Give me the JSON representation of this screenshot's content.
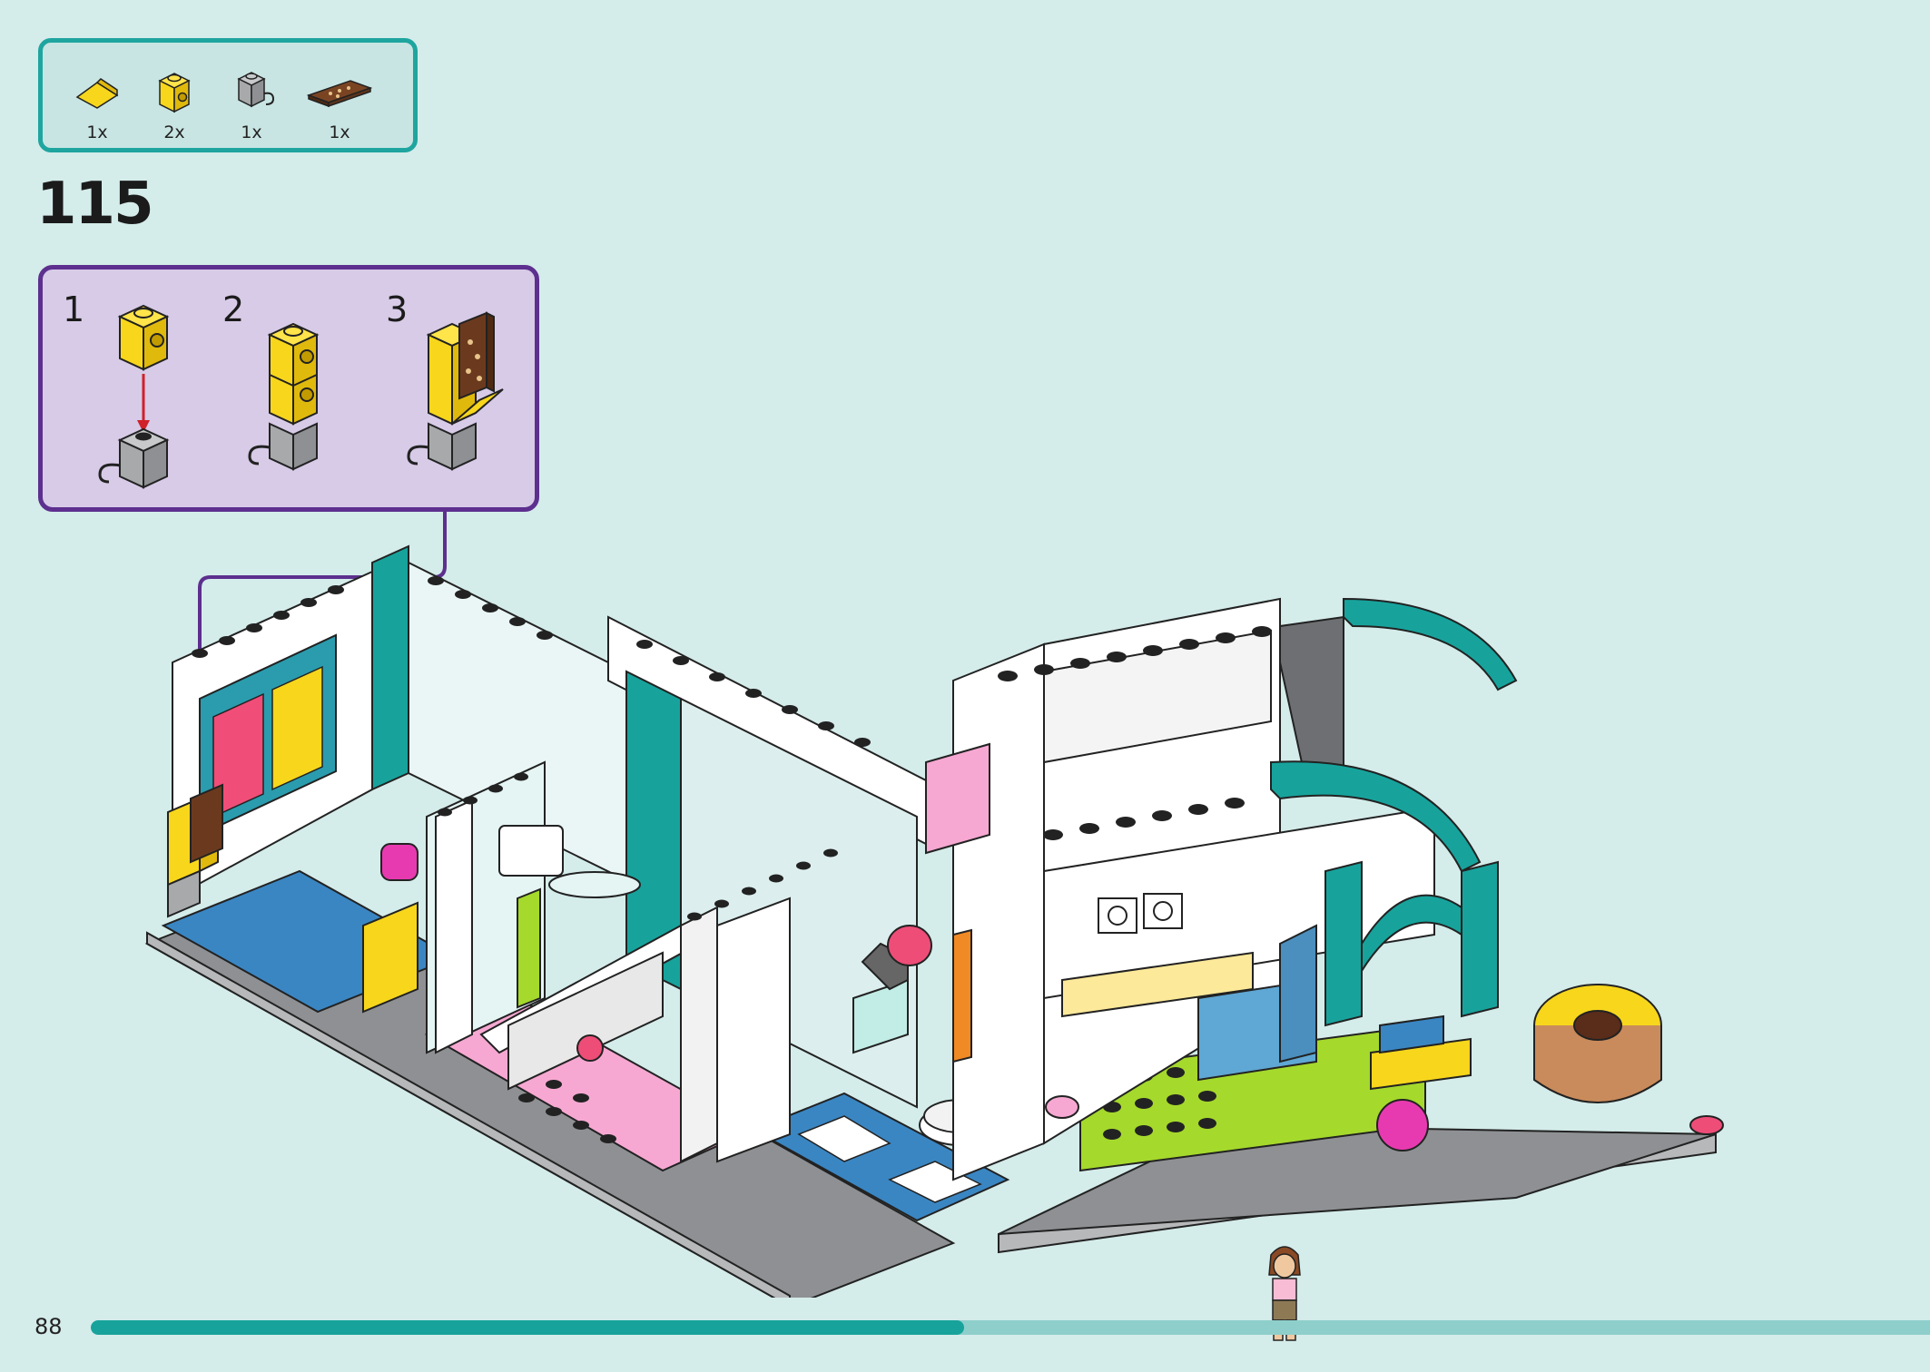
{
  "parts_list": [
    {
      "name": "yellow-slope-tile",
      "quantity": "1x",
      "color": "#f7d61c"
    },
    {
      "name": "yellow-brick-with-stud",
      "quantity": "2x",
      "color": "#f7d61c"
    },
    {
      "name": "gray-brick-with-clip",
      "quantity": "1x",
      "color": "#a7a9ab"
    },
    {
      "name": "brown-printed-tile",
      "quantity": "1x",
      "color": "#6b3a1e"
    }
  ],
  "step_number": "115",
  "sub_steps": [
    {
      "label": "1"
    },
    {
      "label": "2"
    },
    {
      "label": "3"
    }
  ],
  "page_number": "88",
  "progress": {
    "fraction": 0.475
  },
  "colors": {
    "background": "#d4ecea",
    "parts_border": "#1fa59f",
    "substep_border": "#5d2f8e",
    "substep_fill": "#d7cbe7",
    "progress_fill": "#17a39c",
    "progress_track": "#8ecfcb"
  }
}
